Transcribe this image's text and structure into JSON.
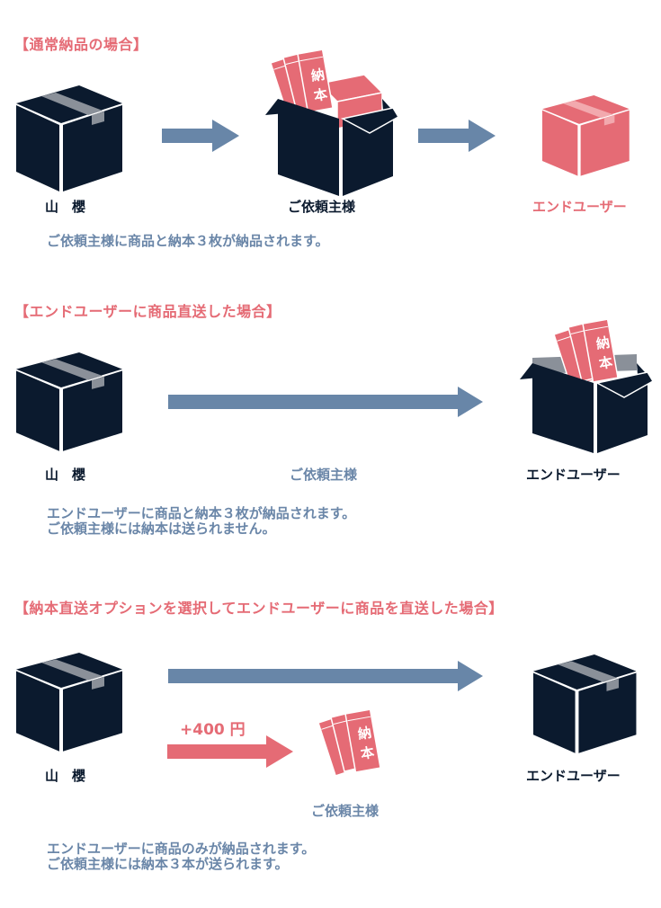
{
  "colors": {
    "heading_pink": "#e56b75",
    "navy": "#0b1a2e",
    "arrow_blue": "#6886a8",
    "text_blue": "#6a86a8",
    "tape_gray": "#8a9099"
  },
  "sections": [
    {
      "heading": "【通常納品の場合】",
      "sender_label": "山　櫻",
      "middle_label": "ご依頼主様",
      "end_label": "エンドユーザー",
      "description": [
        "ご依頼主様に商品と納本３枚が納品されます。"
      ]
    },
    {
      "heading": "【エンドユーザーに商品直送した場合】",
      "sender_label": "山　櫻",
      "middle_label": "ご依頼主様",
      "end_label": "エンドユーザー",
      "description": [
        "エンドユーザーに商品と納本３枚が納品されます。",
        "ご依頼主様には納本は送られません。"
      ]
    },
    {
      "heading": "【納本直送オプションを選択してエンドユーザーに商品を直送した場合】",
      "sender_label": "山　櫻",
      "middle_label": "ご依頼主様",
      "end_label": "エンドユーザー",
      "price_label": "+400 円",
      "description": [
        "エンドユーザーに商品のみが納品されます。",
        "ご依頼主様には納本３本が送られます。"
      ]
    }
  ],
  "envelope_text": [
    "納",
    "本"
  ],
  "icons": [
    "box-icon",
    "open-box-with-envelopes-icon",
    "envelope-stack-icon",
    "arrow-right-icon"
  ]
}
